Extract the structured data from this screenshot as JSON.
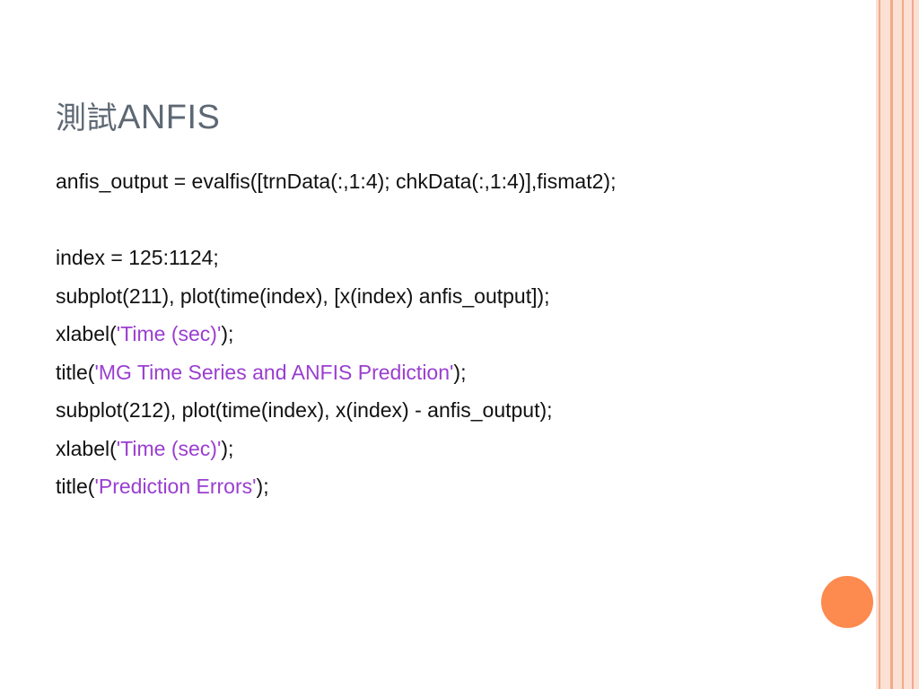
{
  "slide": {
    "title_cjk": "測試",
    "title_latin": "ANFIS",
    "code_lines": [
      {
        "plain": "anfis_output = evalfis([trnData(:,1:4); chkData(:,1:4)],fismat2);"
      },
      {
        "blank": true
      },
      {
        "plain": "index = 125:1124;"
      },
      {
        "plain": "subplot(211), plot(time(index), [x(index) anfis_output]);"
      },
      {
        "pre": "xlabel(",
        "quote_open": "'",
        "str": "Time (sec)",
        "quote_close": "'",
        "post": ");"
      },
      {
        "pre": "title(",
        "quote_open": "'",
        "str": "MG Time Series and ANFIS Prediction",
        "quote_close": "'",
        "post": ");"
      },
      {
        "plain": "subplot(212), plot(time(index), x(index) - anfis_output);"
      },
      {
        "pre": "xlabel(",
        "quote_open": "'",
        "str": "Time (sec)",
        "quote_close": "'",
        "post": ");"
      },
      {
        "pre": "title(",
        "quote_open": "'",
        "str": "Prediction Errors",
        "quote_close": "'",
        "post": ");"
      }
    ]
  },
  "colors": {
    "title": "#5e6874",
    "text": "#111111",
    "string_literal": "#9a3ed0",
    "accent_circle": "#fd8a4f",
    "stripe_fill": "#fbe0d4",
    "stripe_line": "#f2a98a"
  }
}
